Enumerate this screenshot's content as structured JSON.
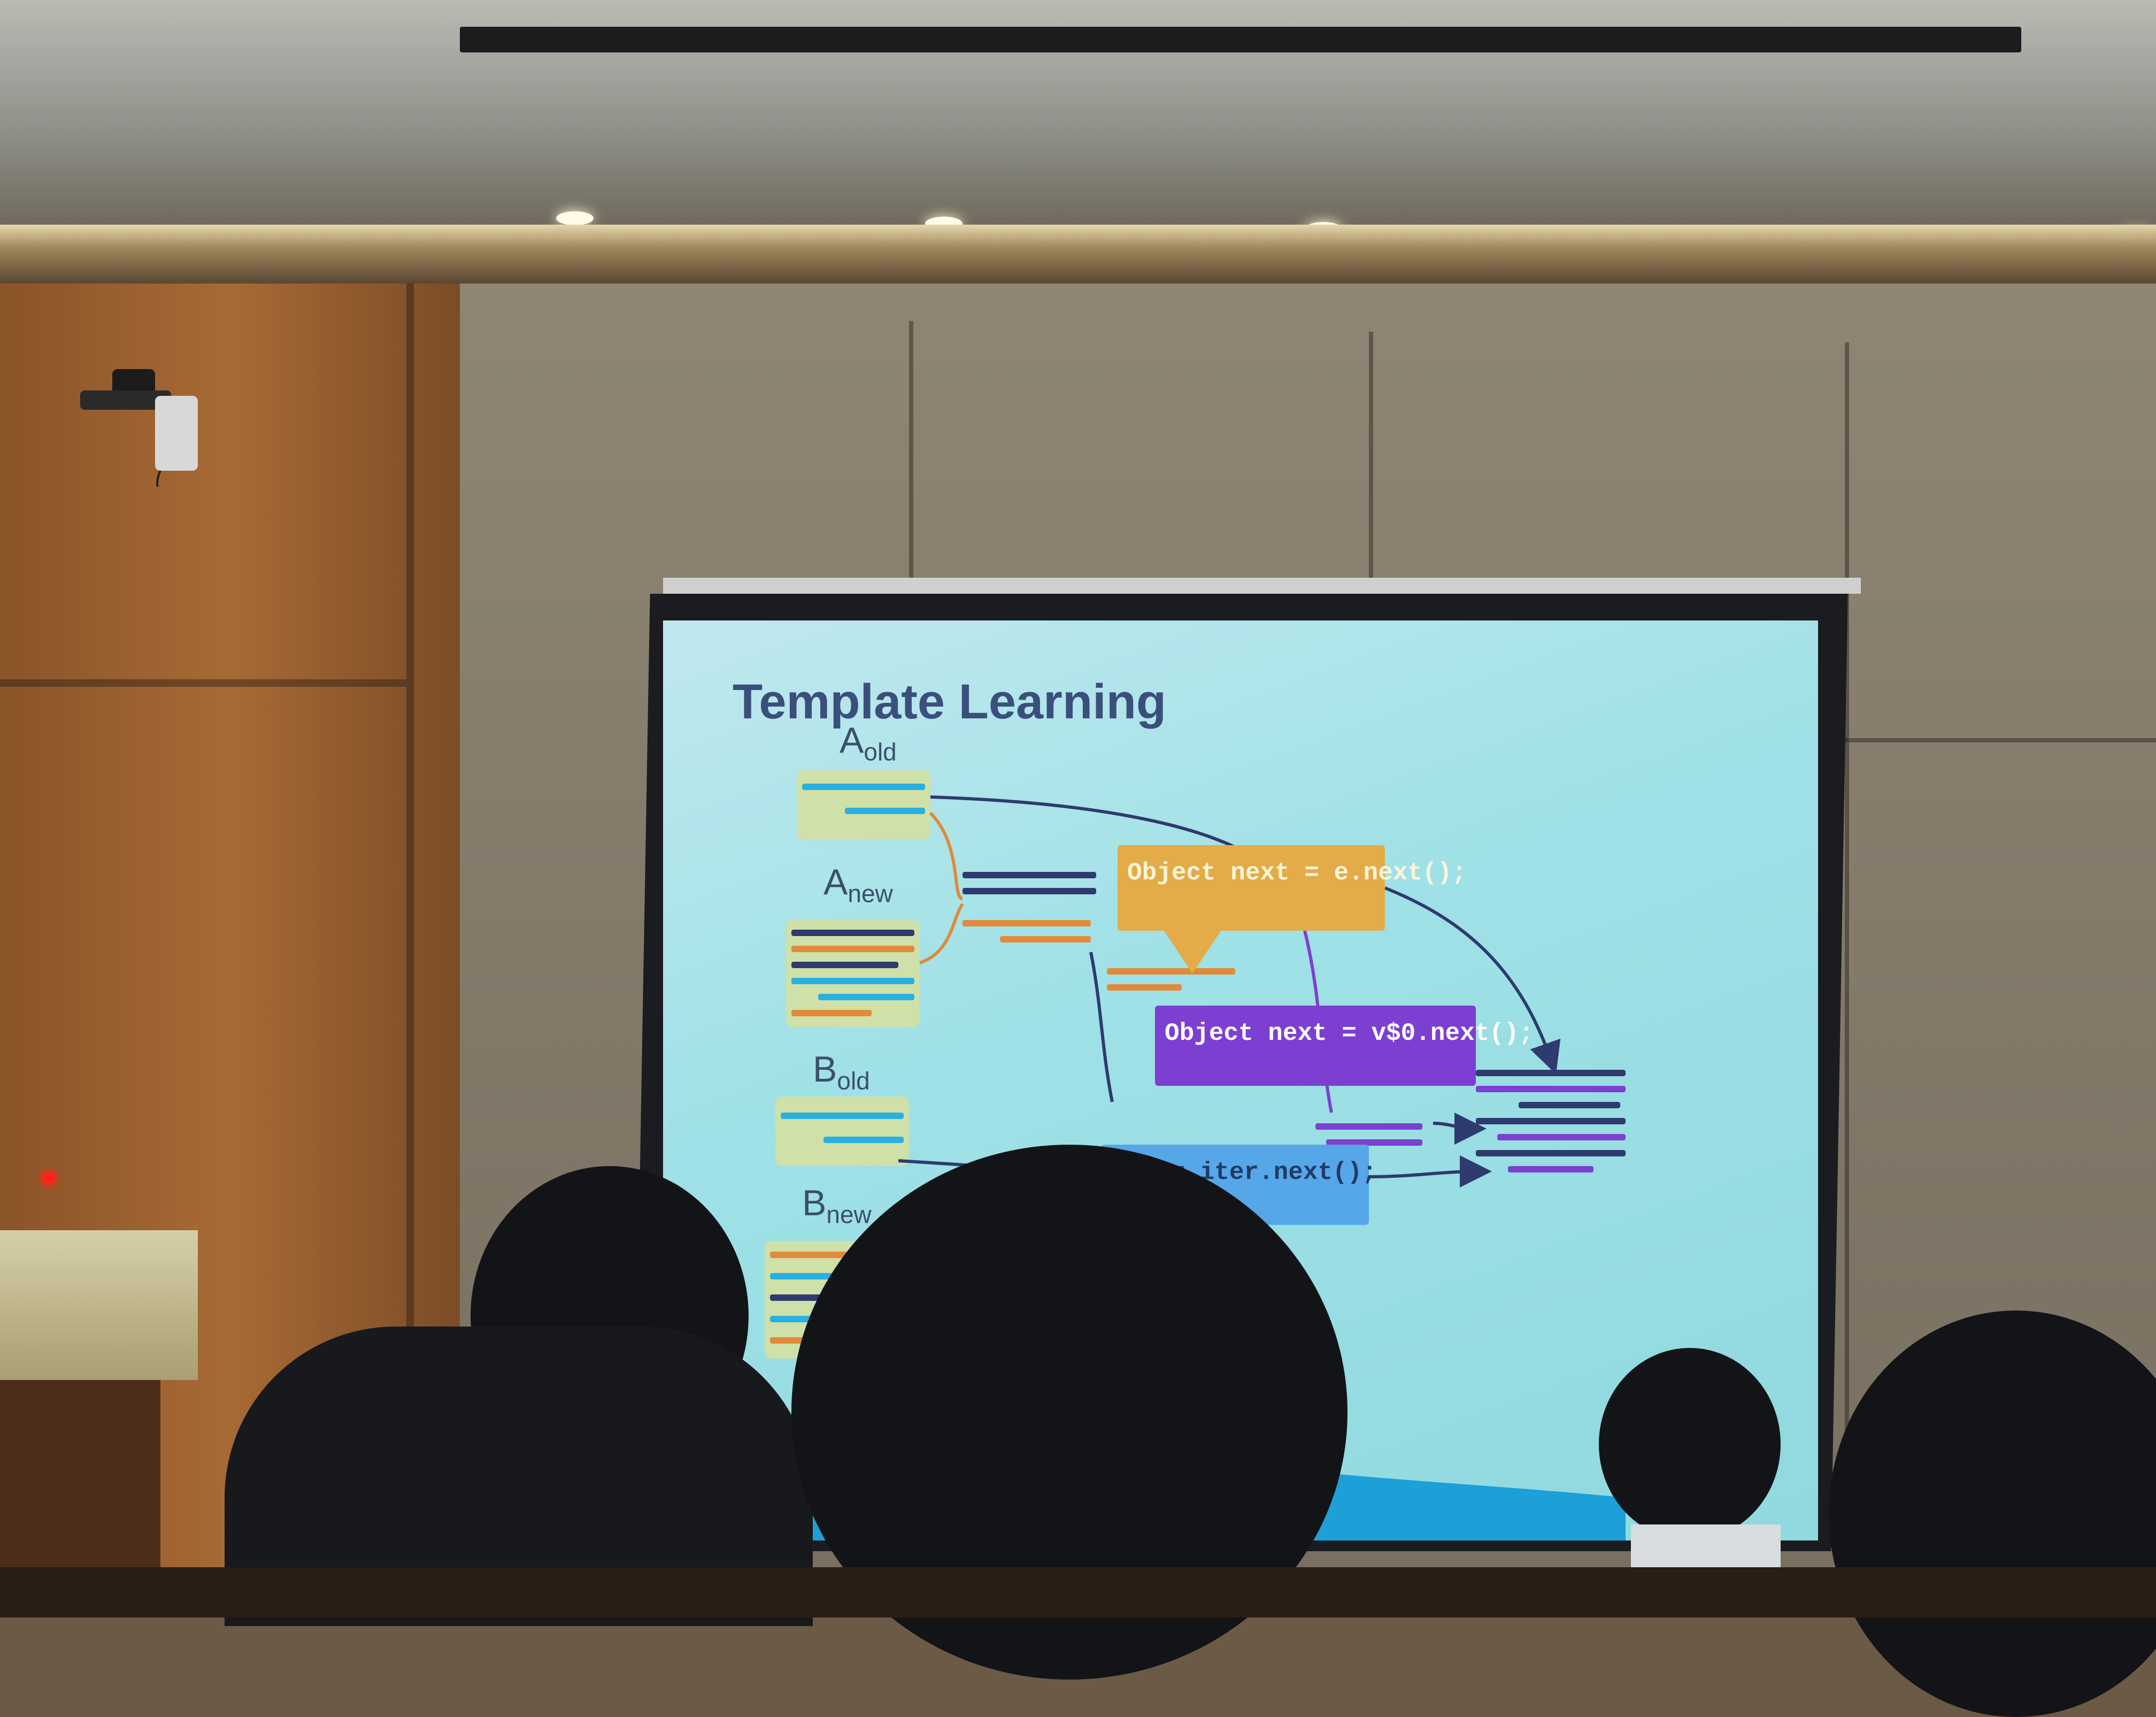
{
  "slide": {
    "title": "Template Learning",
    "labels": {
      "a_old": {
        "base": "A",
        "sub": "old"
      },
      "a_new": {
        "base": "A",
        "sub": "new"
      },
      "b_old": {
        "base": "B",
        "sub": "old"
      },
      "b_new": {
        "base": "B",
        "sub": "new"
      }
    },
    "callouts": {
      "orange": "Object next = e.next();",
      "purple": "Object next = v$0.next();",
      "blue": "ext = iter.next();"
    }
  },
  "colors": {
    "slide_bg": "#9fe1e6",
    "title": "#3a4f7c",
    "code_orange": "#e3ac48",
    "code_purple": "#7d3fd1",
    "code_blue": "#55a7e8",
    "line_navy": "#2f3a6e",
    "line_orange": "#e08a3a"
  }
}
